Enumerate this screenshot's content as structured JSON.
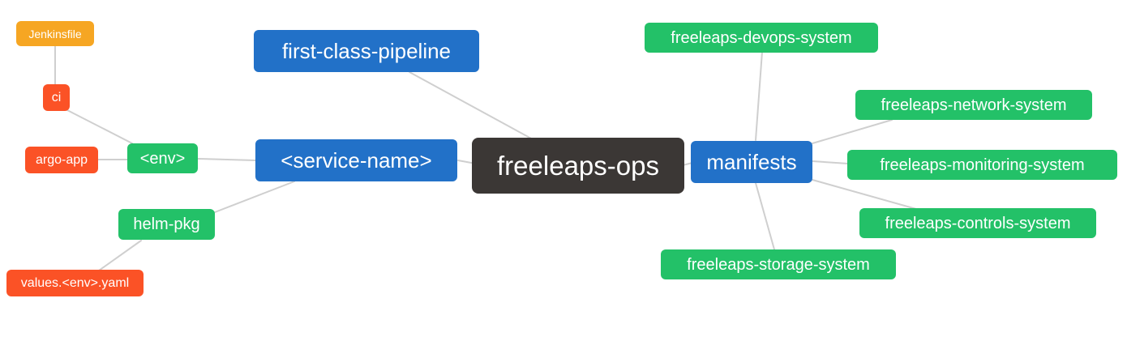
{
  "diagram": {
    "type": "mindmap",
    "colors": {
      "canvas_bg": "#ffffff",
      "text": "#ffffff",
      "edge": "#cfcfcf",
      "root_bg": "#3b3735",
      "branch_bg": "#2271c8",
      "green_bg": "#23c168",
      "red_bg": "#fb5226",
      "orange_bg": "#f6a623"
    },
    "nodes": {
      "root": {
        "label": "freeleaps-ops"
      },
      "first_class_pipeline": {
        "label": "first-class-pipeline"
      },
      "service_name": {
        "label": "<service-name>"
      },
      "manifests": {
        "label": "manifests"
      },
      "env": {
        "label": "<env>"
      },
      "helm_pkg": {
        "label": "helm-pkg"
      },
      "ci": {
        "label": "ci"
      },
      "argo_app": {
        "label": "argo-app"
      },
      "jenkinsfile": {
        "label": "Jenkinsfile"
      },
      "values_env_yaml": {
        "label": "values.<env>.yaml"
      },
      "devops_system": {
        "label": "freeleaps-devops-system"
      },
      "network_system": {
        "label": "freeleaps-network-system"
      },
      "monitoring_system": {
        "label": "freeleaps-monitoring-system"
      },
      "controls_system": {
        "label": "freeleaps-controls-system"
      },
      "storage_system": {
        "label": "freeleaps-storage-system"
      }
    },
    "edges": [
      {
        "from": "root",
        "to": "first_class_pipeline"
      },
      {
        "from": "root",
        "to": "service_name"
      },
      {
        "from": "root",
        "to": "manifests"
      },
      {
        "from": "service_name",
        "to": "env"
      },
      {
        "from": "service_name",
        "to": "helm_pkg"
      },
      {
        "from": "env",
        "to": "ci"
      },
      {
        "from": "env",
        "to": "argo_app"
      },
      {
        "from": "ci",
        "to": "jenkinsfile"
      },
      {
        "from": "helm_pkg",
        "to": "values_env_yaml"
      },
      {
        "from": "manifests",
        "to": "devops_system"
      },
      {
        "from": "manifests",
        "to": "network_system"
      },
      {
        "from": "manifests",
        "to": "monitoring_system"
      },
      {
        "from": "manifests",
        "to": "controls_system"
      },
      {
        "from": "manifests",
        "to": "storage_system"
      }
    ]
  }
}
